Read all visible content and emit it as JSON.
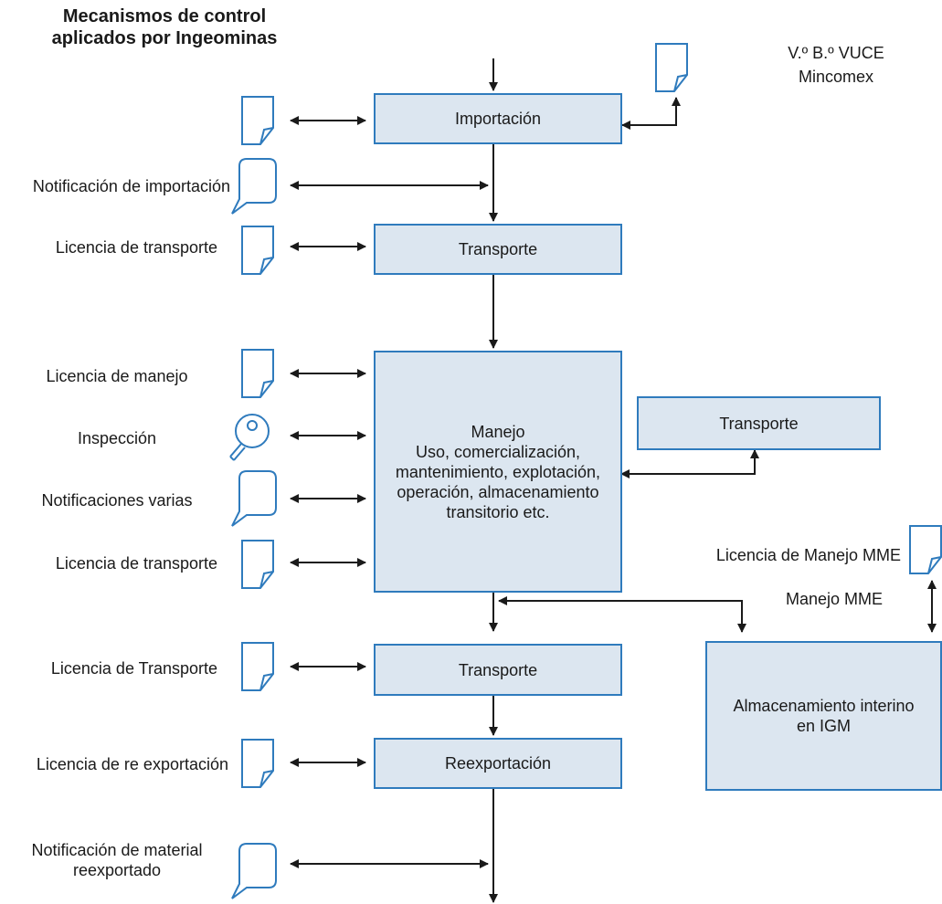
{
  "title": {
    "line1": "Mecanismos de control",
    "line2": "aplicados por Ingeominas"
  },
  "external": {
    "vuce_line1": "V.º B.º VUCE",
    "vuce_line2": "Mincomex"
  },
  "boxes": {
    "importacion": "Importación",
    "transporte_1": "Transporte",
    "manejo": [
      "Manejo",
      "Uso, comercialización,",
      "mantenimiento, explotación,",
      "operación, almacenamiento",
      "transitorio etc."
    ],
    "transporte_side": "Transporte",
    "transporte_2": "Transporte",
    "reexportacion": "Reexportación",
    "almacenamiento": [
      "Almacenamiento interino",
      "en IGM"
    ]
  },
  "left_labels": {
    "notificacion_importacion": "Notificación de importación",
    "licencia_transporte_1": "Licencia de transporte",
    "licencia_manejo": "Licencia de manejo",
    "inspeccion": "Inspección",
    "notificaciones_varias": "Notificaciones varias",
    "licencia_transporte_2": "Licencia de transporte",
    "licencia_transporte_3": "Licencia de Transporte",
    "licencia_reexportacion": "Licencia de re exportación",
    "notificacion_reexportado_1": "Notificación de material",
    "notificacion_reexportado_2": "reexportado"
  },
  "right_labels": {
    "licencia_manejo_mme": "Licencia de Manejo MME",
    "manejo_mme": "Manejo MME"
  },
  "icons": {
    "document": "document-icon",
    "notification": "notification-bubble-icon",
    "inspection": "magnifier-icon"
  },
  "colors": {
    "box_fill": "#dce6f0",
    "box_border": "#2f7bbd",
    "icon_stroke": "#2f7bbd",
    "arrow": "#1a1a1a"
  }
}
